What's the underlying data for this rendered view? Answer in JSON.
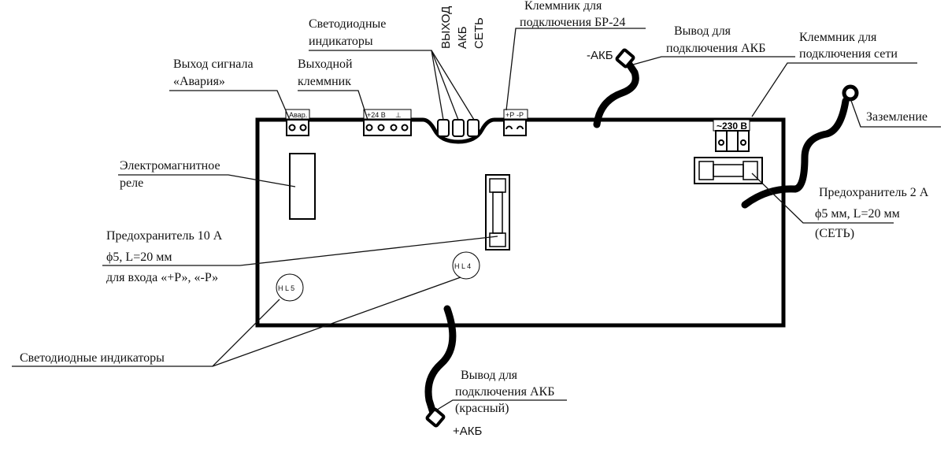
{
  "labels": {
    "alarm_output": [
      "Выход сигнала",
      "«Авария»"
    ],
    "output_terminal": [
      "Выходной",
      "клеммник"
    ],
    "led_indicators_top": [
      "Светодиодные",
      "индикаторы"
    ],
    "led_names": [
      "ВЫХОД",
      "АКБ",
      "СЕТЬ"
    ],
    "br24_terminal": [
      "Клеммник для",
      "подключения БР-24"
    ],
    "minus_akb": "-АКБ",
    "akb_lead_top": [
      "Вывод для",
      "подключения АКБ"
    ],
    "mains_terminal": [
      "Клеммник для",
      "подключения сети"
    ],
    "ground": "Заземление",
    "relay": [
      "Электромагнитное",
      "реле"
    ],
    "fuse10": [
      "Предохранитель 10 А",
      "ϕ5, L=20 мм",
      "для входа «+Р», «-Р»"
    ],
    "fuse2": [
      "Предохранитель 2 А",
      "ϕ5 мм, L=20 мм",
      "(СЕТЬ)"
    ],
    "led_indicators_bottom": "Светодиодные индикаторы",
    "akb_lead_bottom": [
      "Вывод для",
      "подключения АКБ",
      "(красный)"
    ],
    "plus_akb": "+АКБ"
  },
  "board": {
    "alarm_terminal": "Авар.",
    "out_plus": "+24 В",
    "out_ground": "⊥",
    "br24_pins": [
      "+P",
      "-P"
    ],
    "mains_terminal": "~230 В",
    "hl5": "H L 5",
    "hl4": "H L 4"
  }
}
